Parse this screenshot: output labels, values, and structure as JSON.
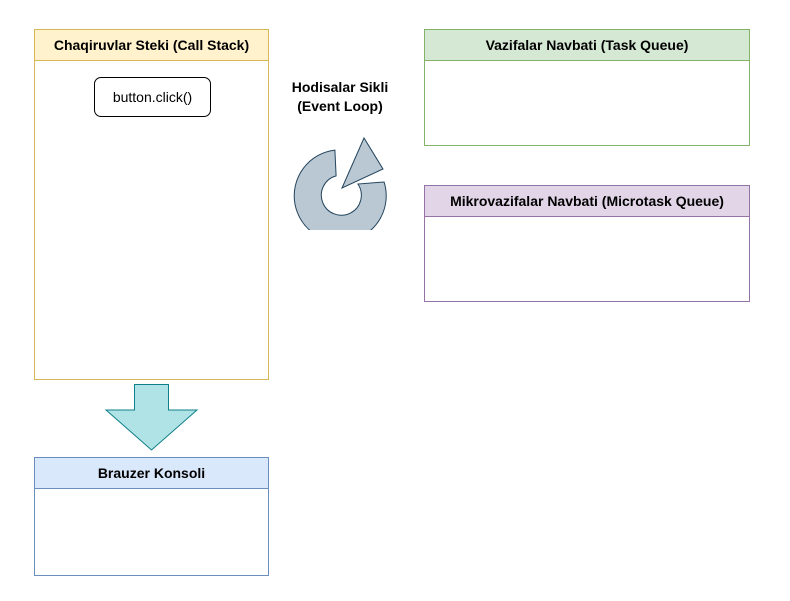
{
  "call_stack": {
    "title": "Chaqiruvlar Steki (Call Stack)",
    "items": [
      {
        "label": "button.click()"
      }
    ]
  },
  "event_loop": {
    "label_line1": "Hodisalar Sikli",
    "label_line2": "(Event Loop)",
    "icon": "circular-arrow-icon"
  },
  "task_queue": {
    "title": "Vazifalar Navbati (Task Queue)",
    "items": []
  },
  "microtask_queue": {
    "title": "Mikrovazifalar Navbati (Microtask Queue)",
    "items": []
  },
  "console": {
    "title": "Brauzer Konsoli",
    "lines": []
  },
  "colors": {
    "call_stack_fill": "#fff2cc",
    "call_stack_stroke": "#d6b656",
    "task_queue_fill": "#d5e8d4",
    "task_queue_stroke": "#82b366",
    "microtask_queue_fill": "#e1d5e7",
    "microtask_queue_stroke": "#9673a6",
    "console_fill": "#dae8fc",
    "console_stroke": "#6c8ebf",
    "arrow_fill": "#b0e3e6",
    "arrow_stroke": "#0e8088",
    "event_loop_fill": "#bac8d3",
    "event_loop_stroke": "#23445d"
  }
}
